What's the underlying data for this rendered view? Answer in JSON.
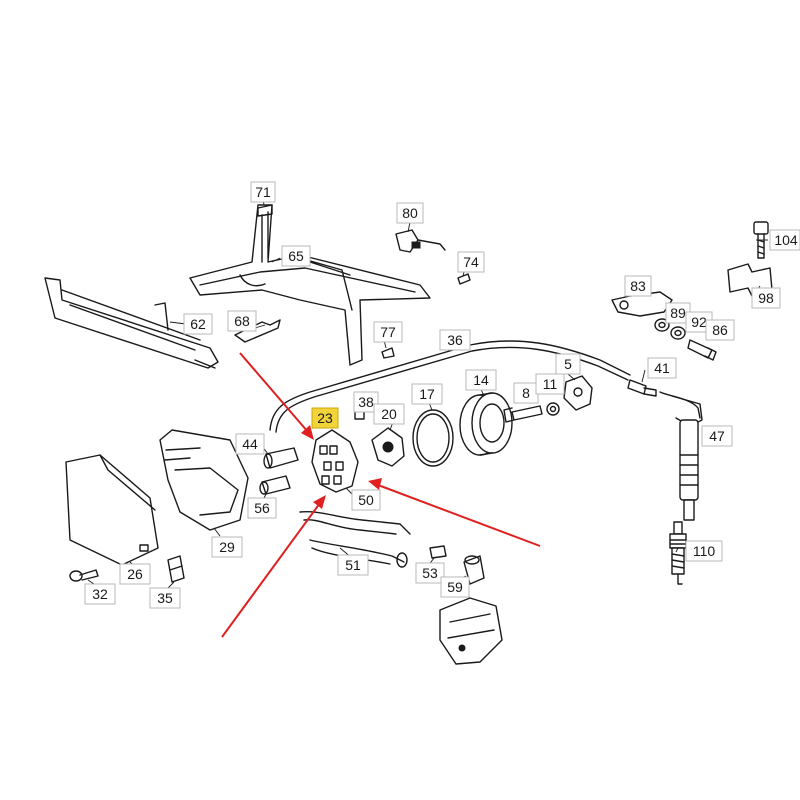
{
  "diagram": {
    "highlight_color": "#f2d43a",
    "arrow_color": "#e02020",
    "labels": [
      {
        "id": "l71",
        "text": "71"
      },
      {
        "id": "l80",
        "text": "80"
      },
      {
        "id": "l104",
        "text": "104"
      },
      {
        "id": "l65",
        "text": "65"
      },
      {
        "id": "l74",
        "text": "74"
      },
      {
        "id": "l83",
        "text": "83"
      },
      {
        "id": "l98",
        "text": "98"
      },
      {
        "id": "l89",
        "text": "89"
      },
      {
        "id": "l92",
        "text": "92"
      },
      {
        "id": "l86",
        "text": "86"
      },
      {
        "id": "l62",
        "text": "62"
      },
      {
        "id": "l68",
        "text": "68"
      },
      {
        "id": "l77",
        "text": "77"
      },
      {
        "id": "l36",
        "text": "36"
      },
      {
        "id": "l5",
        "text": "5"
      },
      {
        "id": "l41",
        "text": "41"
      },
      {
        "id": "l38",
        "text": "38"
      },
      {
        "id": "l17",
        "text": "17"
      },
      {
        "id": "l14",
        "text": "14"
      },
      {
        "id": "l8",
        "text": "8"
      },
      {
        "id": "l11",
        "text": "11"
      },
      {
        "id": "l23",
        "text": "23"
      },
      {
        "id": "l20",
        "text": "20"
      },
      {
        "id": "l44",
        "text": "44"
      },
      {
        "id": "l47",
        "text": "47"
      },
      {
        "id": "l50",
        "text": "50"
      },
      {
        "id": "l56",
        "text": "56"
      },
      {
        "id": "l29",
        "text": "29"
      },
      {
        "id": "l110",
        "text": "110"
      },
      {
        "id": "l51",
        "text": "51"
      },
      {
        "id": "l26",
        "text": "26"
      },
      {
        "id": "l53",
        "text": "53"
      },
      {
        "id": "l59",
        "text": "59"
      },
      {
        "id": "l32",
        "text": "32"
      },
      {
        "id": "l35",
        "text": "35"
      }
    ],
    "highlighted_label": "23"
  }
}
